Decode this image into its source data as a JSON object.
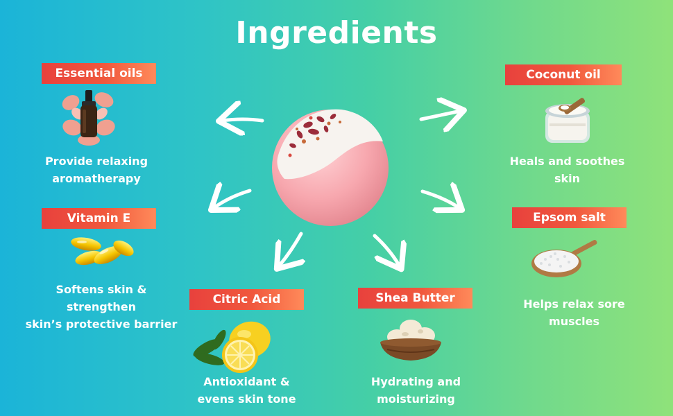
{
  "title": "Ingredients",
  "ingredients": [
    {
      "name": "Essential oils",
      "description_lines": [
        "Provide relaxing",
        "aromatherapy"
      ],
      "icon": "essential-oil-bottle-icon"
    },
    {
      "name": "Vitamin E",
      "description_lines": [
        "Softens skin & strengthen",
        "skin’s protective barrier"
      ],
      "icon": "vitamin-e-capsules-icon"
    },
    {
      "name": "Citric Acid",
      "description_lines": [
        "Antioxidant &",
        "evens skin tone"
      ],
      "icon": "lemon-icon"
    },
    {
      "name": "Shea Butter",
      "description_lines": [
        "Hydrating and",
        "moisturizing"
      ],
      "icon": "shea-butter-bowl-icon"
    },
    {
      "name": "Coconut oil",
      "description_lines": [
        "Heals and soothes",
        "skin"
      ],
      "icon": "coconut-oil-jar-icon"
    },
    {
      "name": "Epsom salt",
      "description_lines": [
        "Helps relax sore",
        "muscles"
      ],
      "icon": "epsom-salt-spoon-icon"
    }
  ],
  "colors": {
    "label_gradient_start": "#e8413d",
    "label_gradient_end": "#ff8a5a",
    "background_left": "#1bb4d8",
    "background_right": "#8fe27a",
    "text": "#ffffff"
  }
}
